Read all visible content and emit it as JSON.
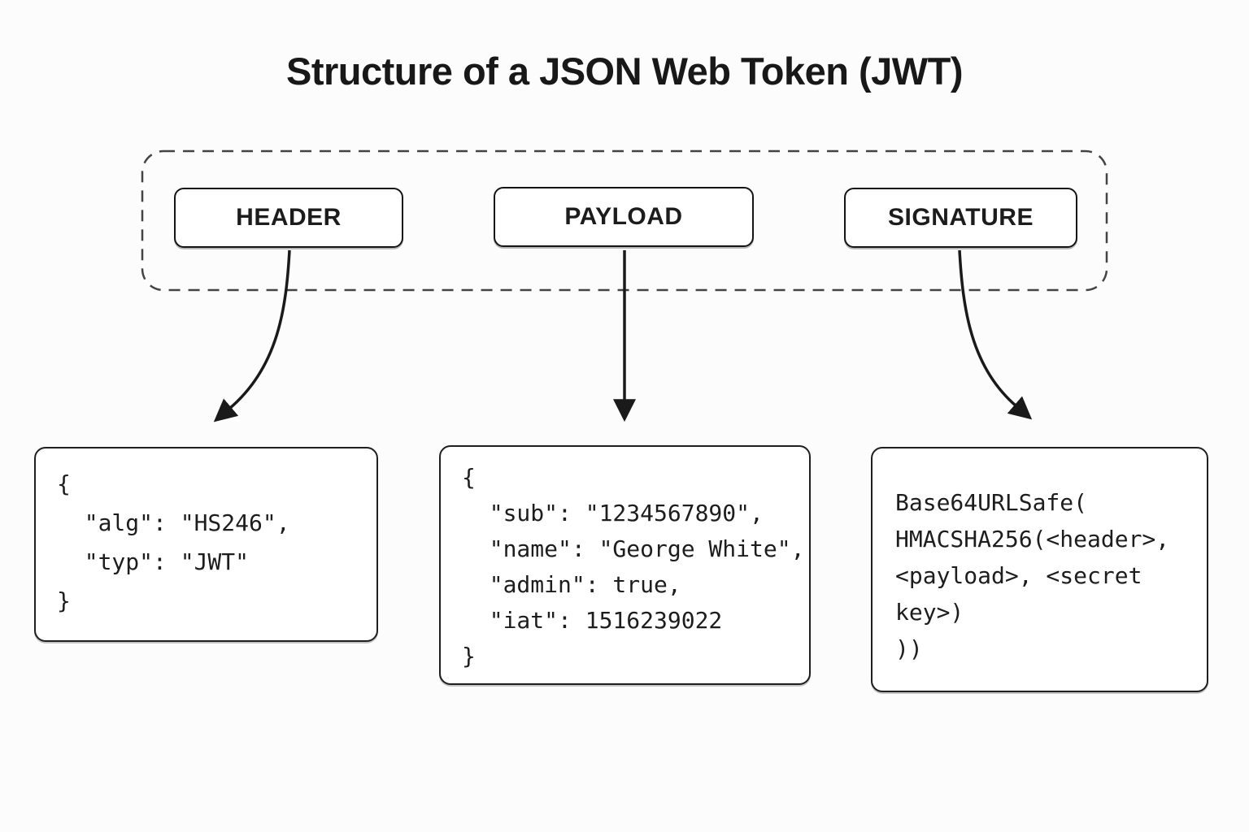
{
  "title": "Structure of a JSON Web Token (JWT)",
  "token_container": {
    "parts": [
      {
        "label": "HEADER"
      },
      {
        "label": "PAYLOAD"
      },
      {
        "label": "SIGNATURE"
      }
    ]
  },
  "header_code": {
    "lines": [
      "{",
      "  \"alg\": \"HS246\",",
      "  \"typ\": \"JWT\"",
      "}"
    ]
  },
  "payload_code": {
    "lines": [
      "{",
      "  \"sub\": \"1234567890\",",
      "  \"name\": \"George White\",",
      "  \"admin\": true,",
      "  \"iat\": 1516239022",
      "}"
    ]
  },
  "signature_code": {
    "lines": [
      "Base64URLSafe(",
      "HMACSHA256(<header>,",
      "<payload>, <secret",
      "key>)",
      "))"
    ]
  },
  "colors": {
    "background": "#fcfcfc",
    "ink": "#1a1a1a",
    "box_border": "#141414",
    "dashed_border": "#444444"
  }
}
